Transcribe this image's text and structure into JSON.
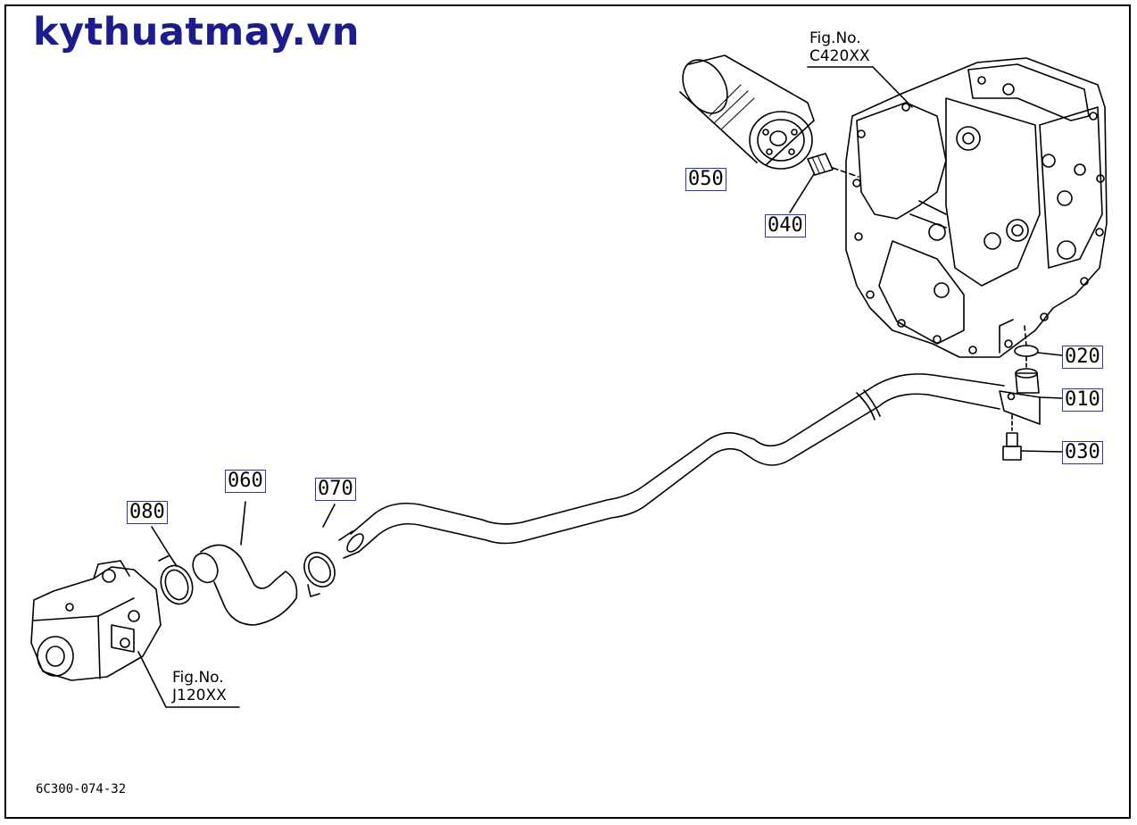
{
  "brand": {
    "text": "kythuatmay.vn",
    "color": "#1c1c8c"
  },
  "parts": [
    {
      "id": "p050",
      "label": "050"
    },
    {
      "id": "p040",
      "label": "040"
    },
    {
      "id": "p020",
      "label": "020"
    },
    {
      "id": "p010",
      "label": "010"
    },
    {
      "id": "p030",
      "label": "030"
    },
    {
      "id": "p060",
      "label": "060"
    },
    {
      "id": "p070",
      "label": "070"
    },
    {
      "id": "p080",
      "label": "080"
    }
  ],
  "fig_refs": [
    {
      "line1": "Fig.No.",
      "line2": "C420XX"
    },
    {
      "line1": "Fig.No.",
      "line2": "J120XX"
    }
  ],
  "doc_number": "6C300-074-32",
  "callout_border_color": "#2a3aa0"
}
